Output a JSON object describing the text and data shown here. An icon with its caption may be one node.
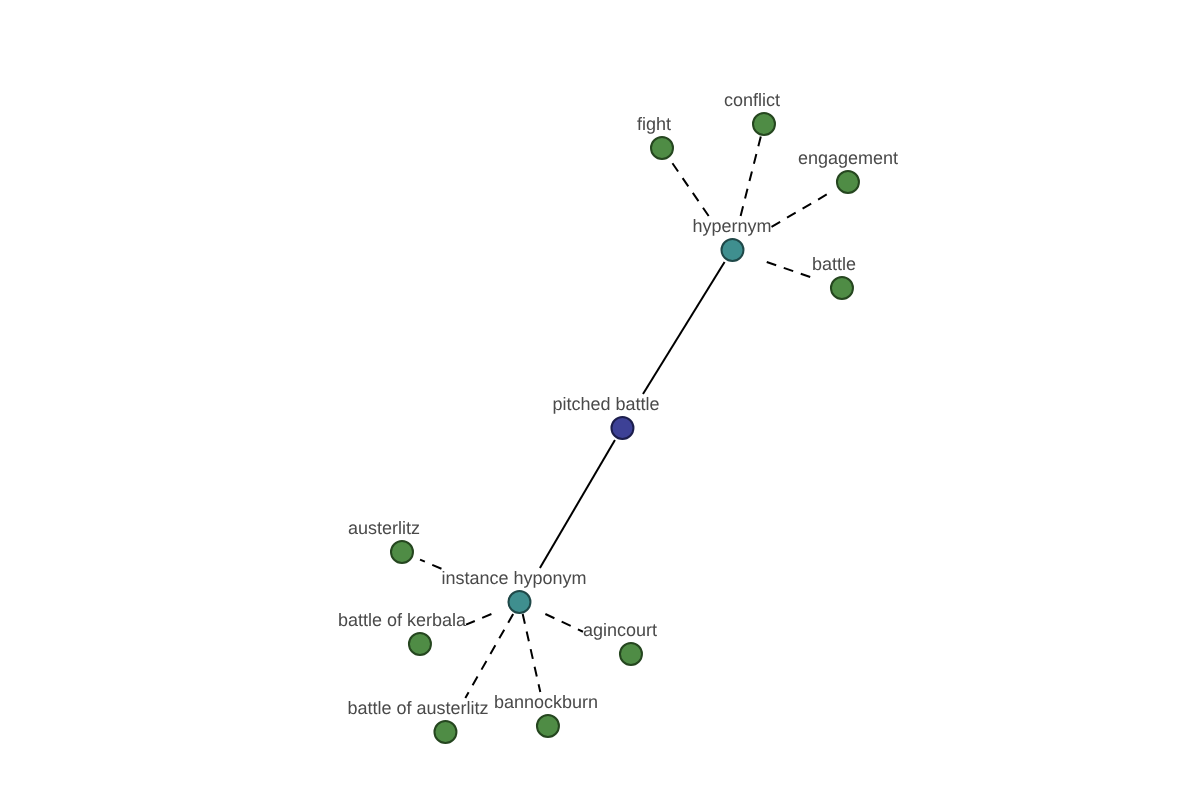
{
  "diagram": {
    "nodes": [
      {
        "text": [
          "conflict"
        ]
      },
      {
        "text": [
          "fight"
        ]
      },
      {
        "text": [
          "engagement"
        ]
      },
      {
        "text": [
          "hypernym"
        ]
      },
      {
        "text": [
          "battle"
        ]
      },
      {
        "text": [
          "pitched battle"
        ]
      },
      {
        "text": [
          "austerlitz"
        ]
      },
      {
        "text": [
          "instance hyponym"
        ]
      },
      {
        "text": [
          "battle of kerbala"
        ]
      },
      {
        "text": [
          "agincourt"
        ]
      },
      {
        "text": [
          "battle of austerlitz"
        ]
      },
      {
        "text": [
          "bannockburn"
        ]
      }
    ],
    "edges": [
      {
        "from": 5,
        "to": 3,
        "arrow": "none"
      },
      {
        "from": 5,
        "to": 7,
        "arrow": "none"
      },
      {
        "from": 3,
        "to": 1,
        "arrow": "none",
        "style": "dashed"
      },
      {
        "from": 3,
        "to": 0,
        "arrow": "none",
        "style": "dashed"
      },
      {
        "from": 3,
        "to": 2,
        "arrow": "none",
        "style": "dashed"
      },
      {
        "from": 3,
        "to": 4,
        "arrow": "none",
        "style": "dashed"
      },
      {
        "from": 7,
        "to": 6,
        "arrow": "none",
        "style": "dashed"
      },
      {
        "from": 7,
        "to": 8,
        "arrow": "none",
        "style": "dashed"
      },
      {
        "from": 7,
        "to": 9,
        "arrow": "none",
        "style": "dashed"
      },
      {
        "from": 7,
        "to": 10,
        "arrow": "none",
        "style": "dashed"
      },
      {
        "from": 7,
        "to": 11,
        "arrow": "none",
        "style": "dashed"
      }
    ]
  }
}
